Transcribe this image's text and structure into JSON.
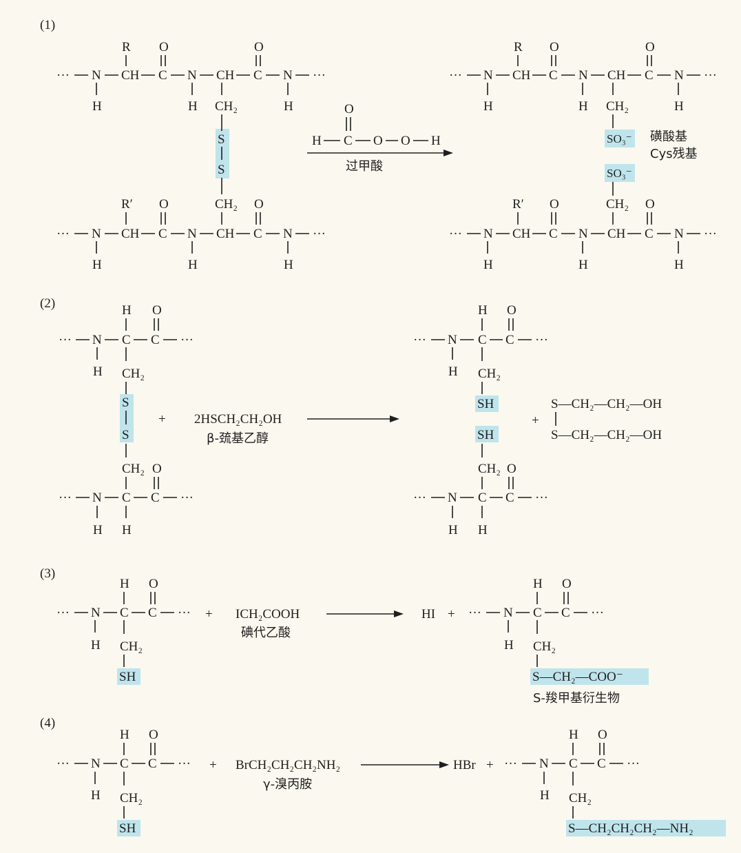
{
  "figure": {
    "reactions": [
      {
        "id": "(1)",
        "reagent_formula": {
          "H": "H",
          "C": "C",
          "O": "O"
        },
        "reagent_name": "过甲酸",
        "product_note_1": "磺酸基",
        "product_note_2": "Cys残基"
      },
      {
        "id": "(2)",
        "reagent_formula": "2HSCH₂CH₂OH",
        "reagent_name": "β-巯基乙醇",
        "byproduct": [
          "S—CH₂—CH₂—OH",
          "S—CH₂—CH₂—OH"
        ]
      },
      {
        "id": "(3)",
        "reagent_formula": "ICH₂COOH",
        "reagent_name": "碘代乙酸",
        "byproduct": "HI",
        "product_name": "S-羧甲基衍生物",
        "product_group": "S—CH₂—COO⁻"
      },
      {
        "id": "(4)",
        "reagent_formula": "BrCH₂CH₂CH₂NH₂",
        "reagent_name": "γ-溴丙胺",
        "byproduct": "HBr",
        "product_group": "S—CH₂CH₂CH₂—NH₂"
      }
    ],
    "atoms": {
      "N": "N",
      "H": "H",
      "C": "C",
      "O": "O",
      "S": "S",
      "CH": "CH",
      "CH2": "CH₂",
      "SH": "SH",
      "SO3": "SO₃⁻",
      "R": "R",
      "R2": "R′",
      "dots": "···",
      "plus": "+"
    },
    "highlight_color": "#bfe4ec"
  }
}
